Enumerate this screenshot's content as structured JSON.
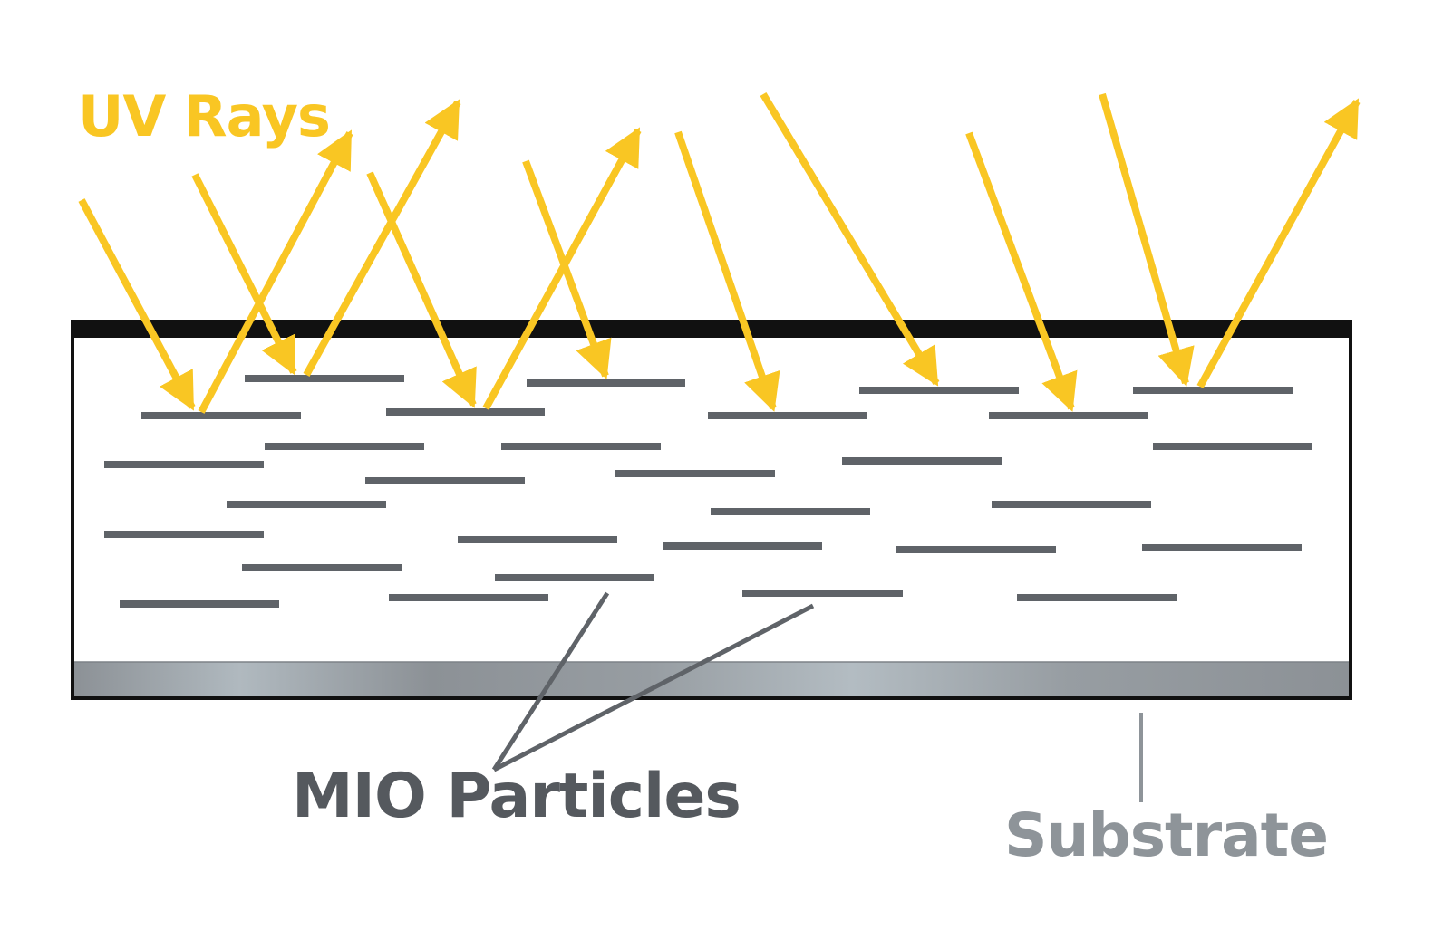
{
  "labels": {
    "uv_rays": "UV Rays",
    "mio_particles": "MIO Particles",
    "substrate": "Substrate"
  },
  "colors": {
    "uv_rays": "#F9C623",
    "particles": "#5F6368",
    "substrate_label": "#8E9499",
    "coating_border": "#111111",
    "substrate_dark": "#8C9196",
    "substrate_light": "#B3BCC2",
    "background": "#FFFFFF"
  },
  "icons": {
    "ray": "arrow-icon",
    "particle": "flake-icon"
  }
}
